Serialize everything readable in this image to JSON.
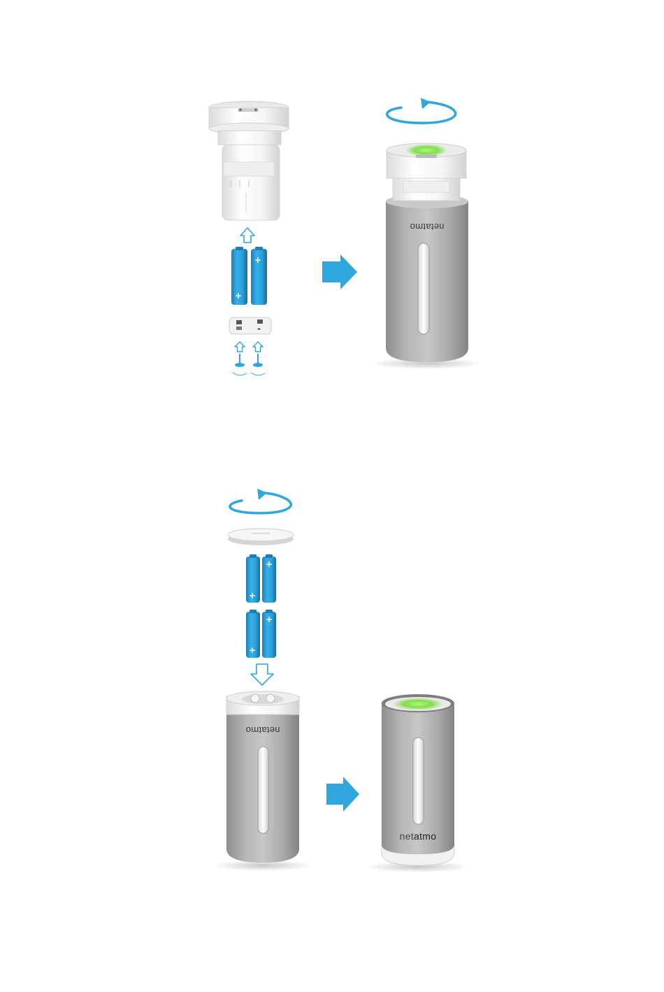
{
  "brand": {
    "prefix": "net",
    "suffix": "atmo",
    "full": "netatmo"
  },
  "battery": {
    "positive_mark": "+",
    "negative_mark": "-"
  },
  "colors": {
    "accent_blue": "#2fa6de",
    "battery_blue": "#2a9fd8",
    "led_green": "#7fe04a",
    "housing_grey": "#a9a9a9",
    "cap_white": "#f4f4f4"
  },
  "steps": [
    {
      "id": "outdoor-module-battery-insert",
      "icon": "arrow-up-icon"
    },
    {
      "id": "outdoor-module-twist-close",
      "icon": "rotate-arrow-icon"
    },
    {
      "id": "indoor-module-battery-insert",
      "icon": "arrow-down-icon"
    },
    {
      "id": "indoor-module-assembled",
      "icon": "arrow-right-icon"
    }
  ]
}
